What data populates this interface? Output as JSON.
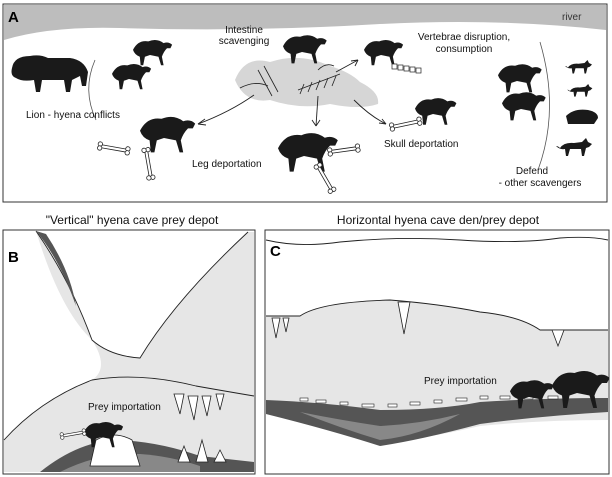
{
  "panel_a": {
    "letter": "A",
    "river": "river",
    "intestine": [
      "Intestine",
      "scavenging"
    ],
    "vertebrae": [
      "Vertebrae disruption,",
      "consumption"
    ],
    "lion_hyena": "Lion - hyena conflicts",
    "leg": "Leg deportation",
    "skull": "Skull deportation",
    "defend": [
      "Defend",
      "- other scavengers"
    ]
  },
  "panel_b": {
    "letter": "B",
    "title": "\"Vertical\" hyena cave prey depot",
    "importation": "Prey importation"
  },
  "panel_c": {
    "letter": "C",
    "title": "Horizontal hyena cave den/prey depot",
    "importation": "Prey importation"
  },
  "colors": {
    "river": "#bdbdbd",
    "cave_fill": "#e6e6e6",
    "sediment_dark": "#555555",
    "silhouette": "#1a1a1a"
  }
}
